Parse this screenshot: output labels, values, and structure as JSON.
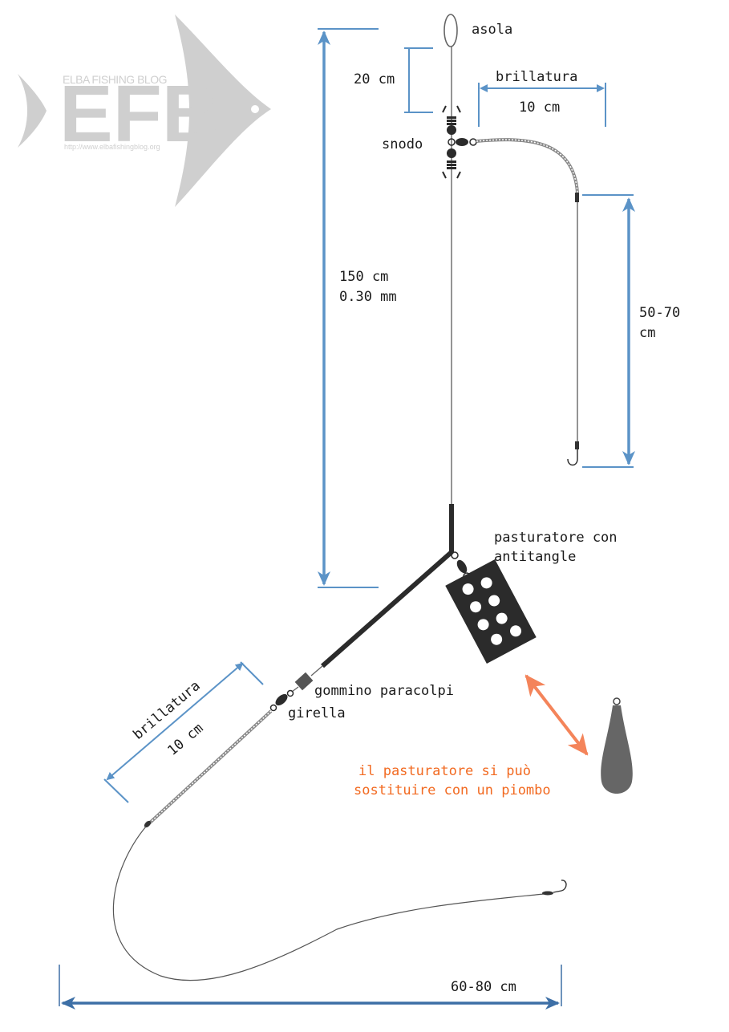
{
  "logo": {
    "small_text": "ELBA FISHING BLOG",
    "big_text": "EFB",
    "url": "http://www.elbafishingblog.org"
  },
  "labels": {
    "asola": "asola",
    "cm20": "20 cm",
    "brillatura_top": "brillatura",
    "cm10_top": "10 cm",
    "snodo": "snodo",
    "main_length": "150 cm",
    "main_diameter": "0.30 mm",
    "leader_len_1": "50-70",
    "leader_len_2": "cm",
    "feeder_1": "pasturatore con",
    "feeder_2": "antitangle",
    "gommino": "gommino paracolpi",
    "girella": "girella",
    "brillatura_bottom": "brillatura",
    "cm10_bottom": "10 cm",
    "note_1": "il pasturatore si può",
    "note_2": "sostituire con un piombo",
    "bottom_length": "60-80 cm"
  },
  "colors": {
    "dimension": "#5b93c7",
    "dimension_dark": "#3d6fa6",
    "accent": "#f26a21",
    "logo": "#cfcfcf",
    "tackle": "#2b2b2b",
    "sinker": "#666666"
  }
}
